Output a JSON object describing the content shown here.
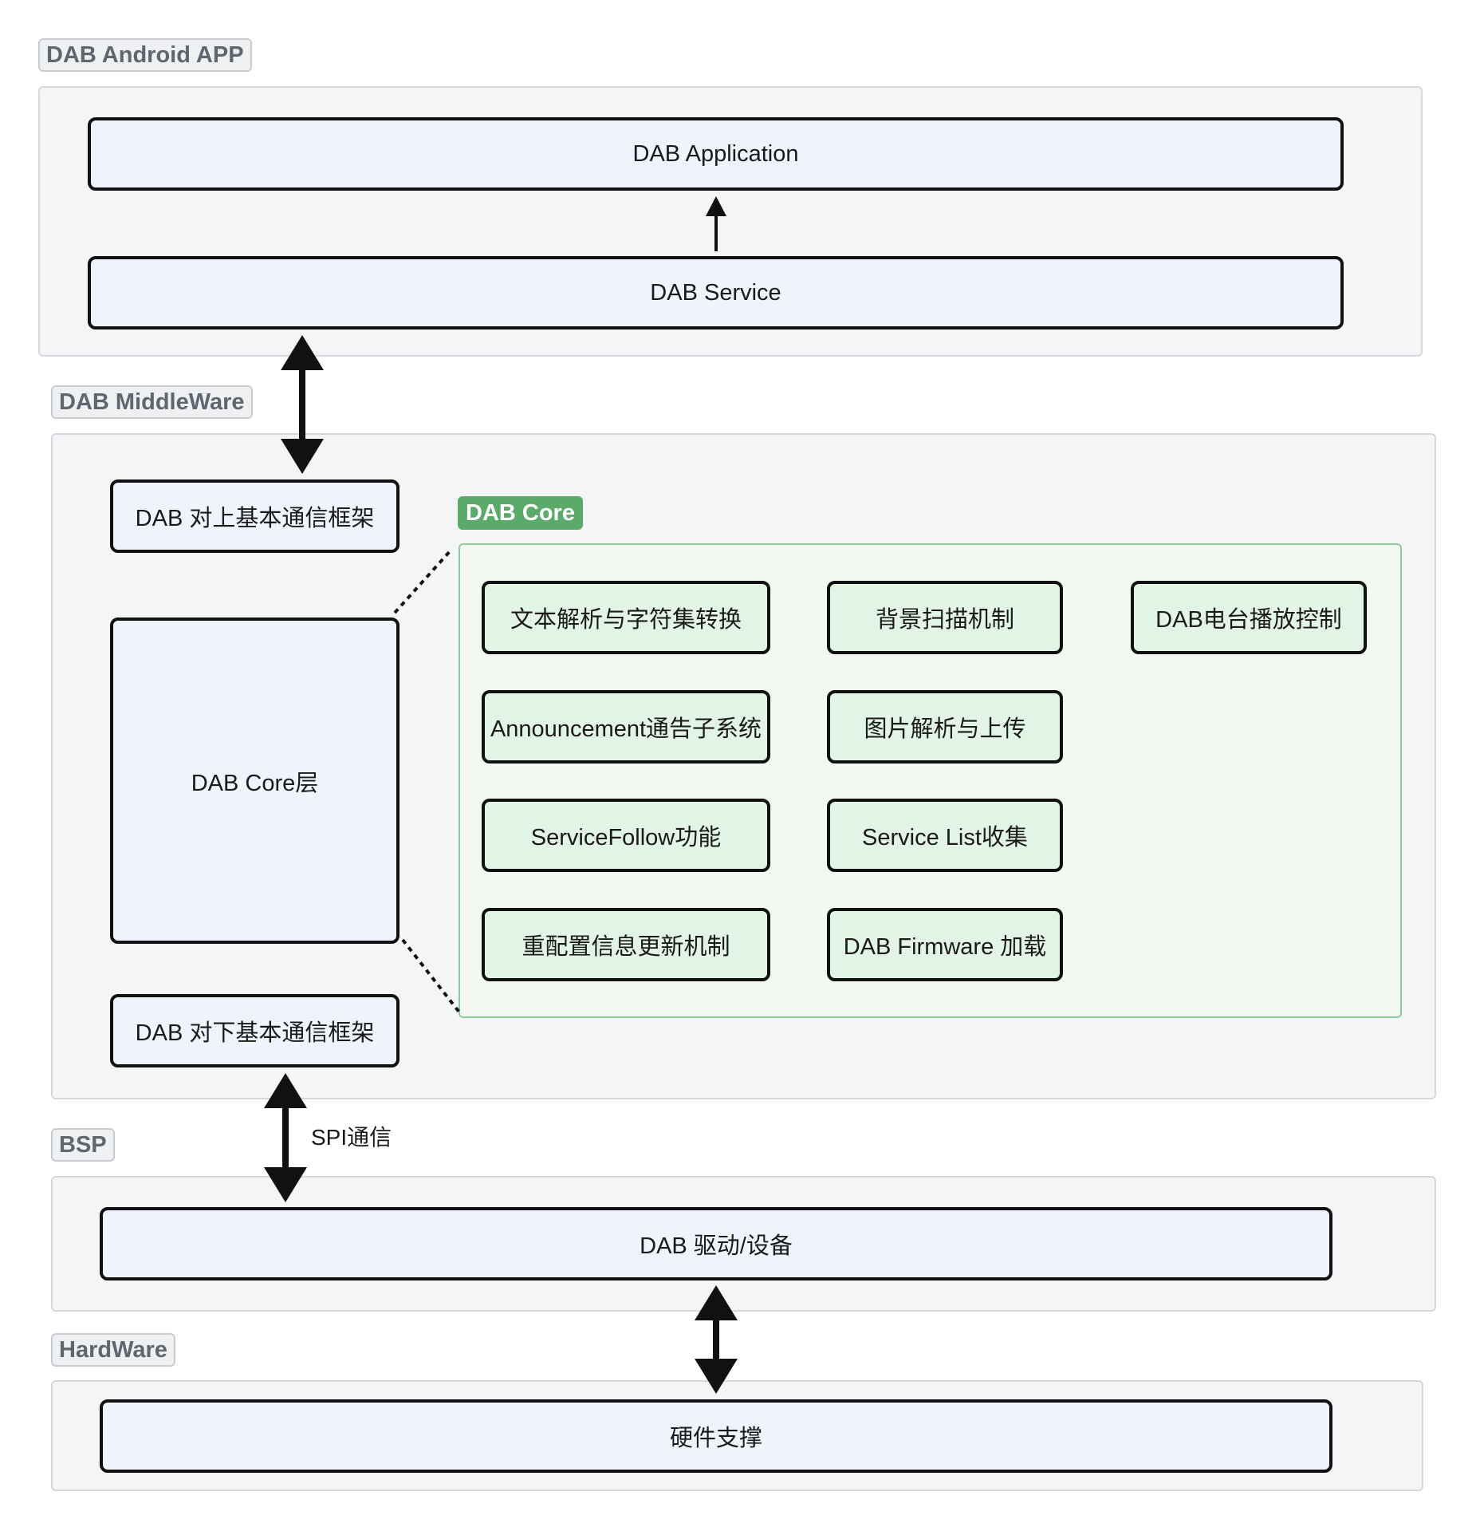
{
  "groups": {
    "android": {
      "label": "DAB Android APP"
    },
    "middleware": {
      "label": "DAB MiddleWare"
    },
    "core": {
      "label": "DAB Core"
    },
    "bsp": {
      "label": "BSP"
    },
    "hardware": {
      "label": "HardWare"
    }
  },
  "nodes": {
    "application": "DAB Application",
    "service": "DAB Service",
    "upper_framework": "DAB 对上基本通信框架",
    "core_layer": "DAB Core层",
    "lower_framework": "DAB 对下基本通信框架",
    "driver": "DAB 驱动/设备",
    "hardware_support": "硬件支撑"
  },
  "core_modules": [
    "文本解析与字符集转换",
    "背景扫描机制",
    "DAB电台播放控制",
    "Announcement通告子系统",
    "图片解析与上传",
    "ServiceFollow功能",
    "Service List收集",
    "重配置信息更新机制",
    "DAB Firmware 加载"
  ],
  "edges": {
    "spi_label": "SPI通信"
  }
}
